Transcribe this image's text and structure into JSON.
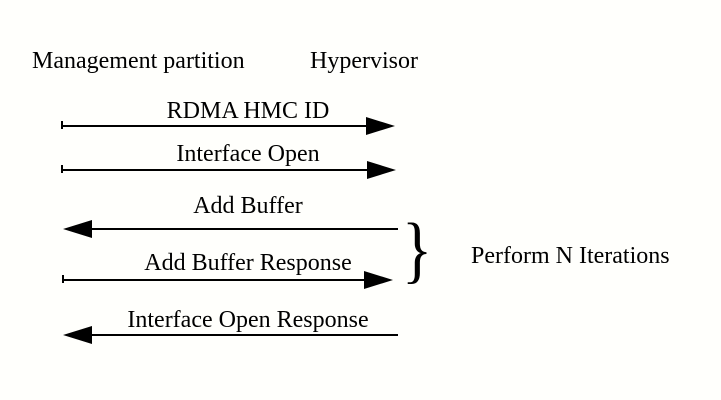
{
  "diagram": {
    "type": "sequence-diagram",
    "colors": {
      "ink": "#000000",
      "background": "#fffffc"
    },
    "actors": [
      {
        "name": "Management partition",
        "side": "left"
      },
      {
        "name": "Hypervisor",
        "side": "right"
      }
    ],
    "messages": [
      {
        "label": "RDMA HMC ID",
        "from": "Management partition",
        "to": "Hypervisor",
        "direction": "right"
      },
      {
        "label": "Interface Open",
        "from": "Management partition",
        "to": "Hypervisor",
        "direction": "right"
      },
      {
        "label": "Add Buffer",
        "from": "Hypervisor",
        "to": "Management partition",
        "direction": "left"
      },
      {
        "label": "Add Buffer Response",
        "from": "Management partition",
        "to": "Hypervisor",
        "direction": "right"
      },
      {
        "label": "Interface Open Response",
        "from": "Hypervisor",
        "to": "Management partition",
        "direction": "left"
      }
    ],
    "annotation": {
      "brace_glyph": "}",
      "label": "Perform N Iterations",
      "spans_messages": [
        "Add Buffer",
        "Add Buffer Response"
      ]
    }
  }
}
